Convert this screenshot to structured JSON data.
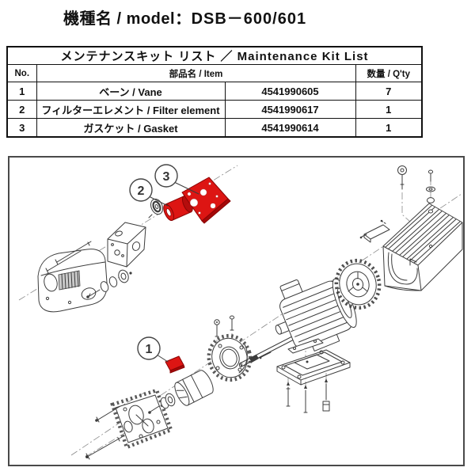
{
  "header": {
    "label": "機種名 / model",
    "separator": "：",
    "model": "DSB－600/601"
  },
  "kit_table": {
    "title": "メンテナンスキット リスト ／ Maintenance Kit List",
    "columns": {
      "no": "No.",
      "item": "部品名 / Item",
      "qty": "数量 / Q'ty"
    },
    "rows": [
      {
        "no": "1",
        "item": "ベーン / Vane",
        "part_number": "4541990605",
        "qty": "7"
      },
      {
        "no": "2",
        "item": "フィルターエレメント / Filter element",
        "part_number": "4541990617",
        "qty": "1"
      },
      {
        "no": "3",
        "item": "ガスケット / Gasket",
        "part_number": "4541990614",
        "qty": "1"
      }
    ]
  },
  "diagram": {
    "callouts": [
      {
        "number": "1",
        "part": "ベーン / Vane"
      },
      {
        "number": "2",
        "part": "フィルターエレメント / Filter element"
      },
      {
        "number": "3",
        "part": "ガスケット / Gasket"
      }
    ],
    "highlight_color": "#dd1513",
    "line_color": "#3c3c3c"
  }
}
